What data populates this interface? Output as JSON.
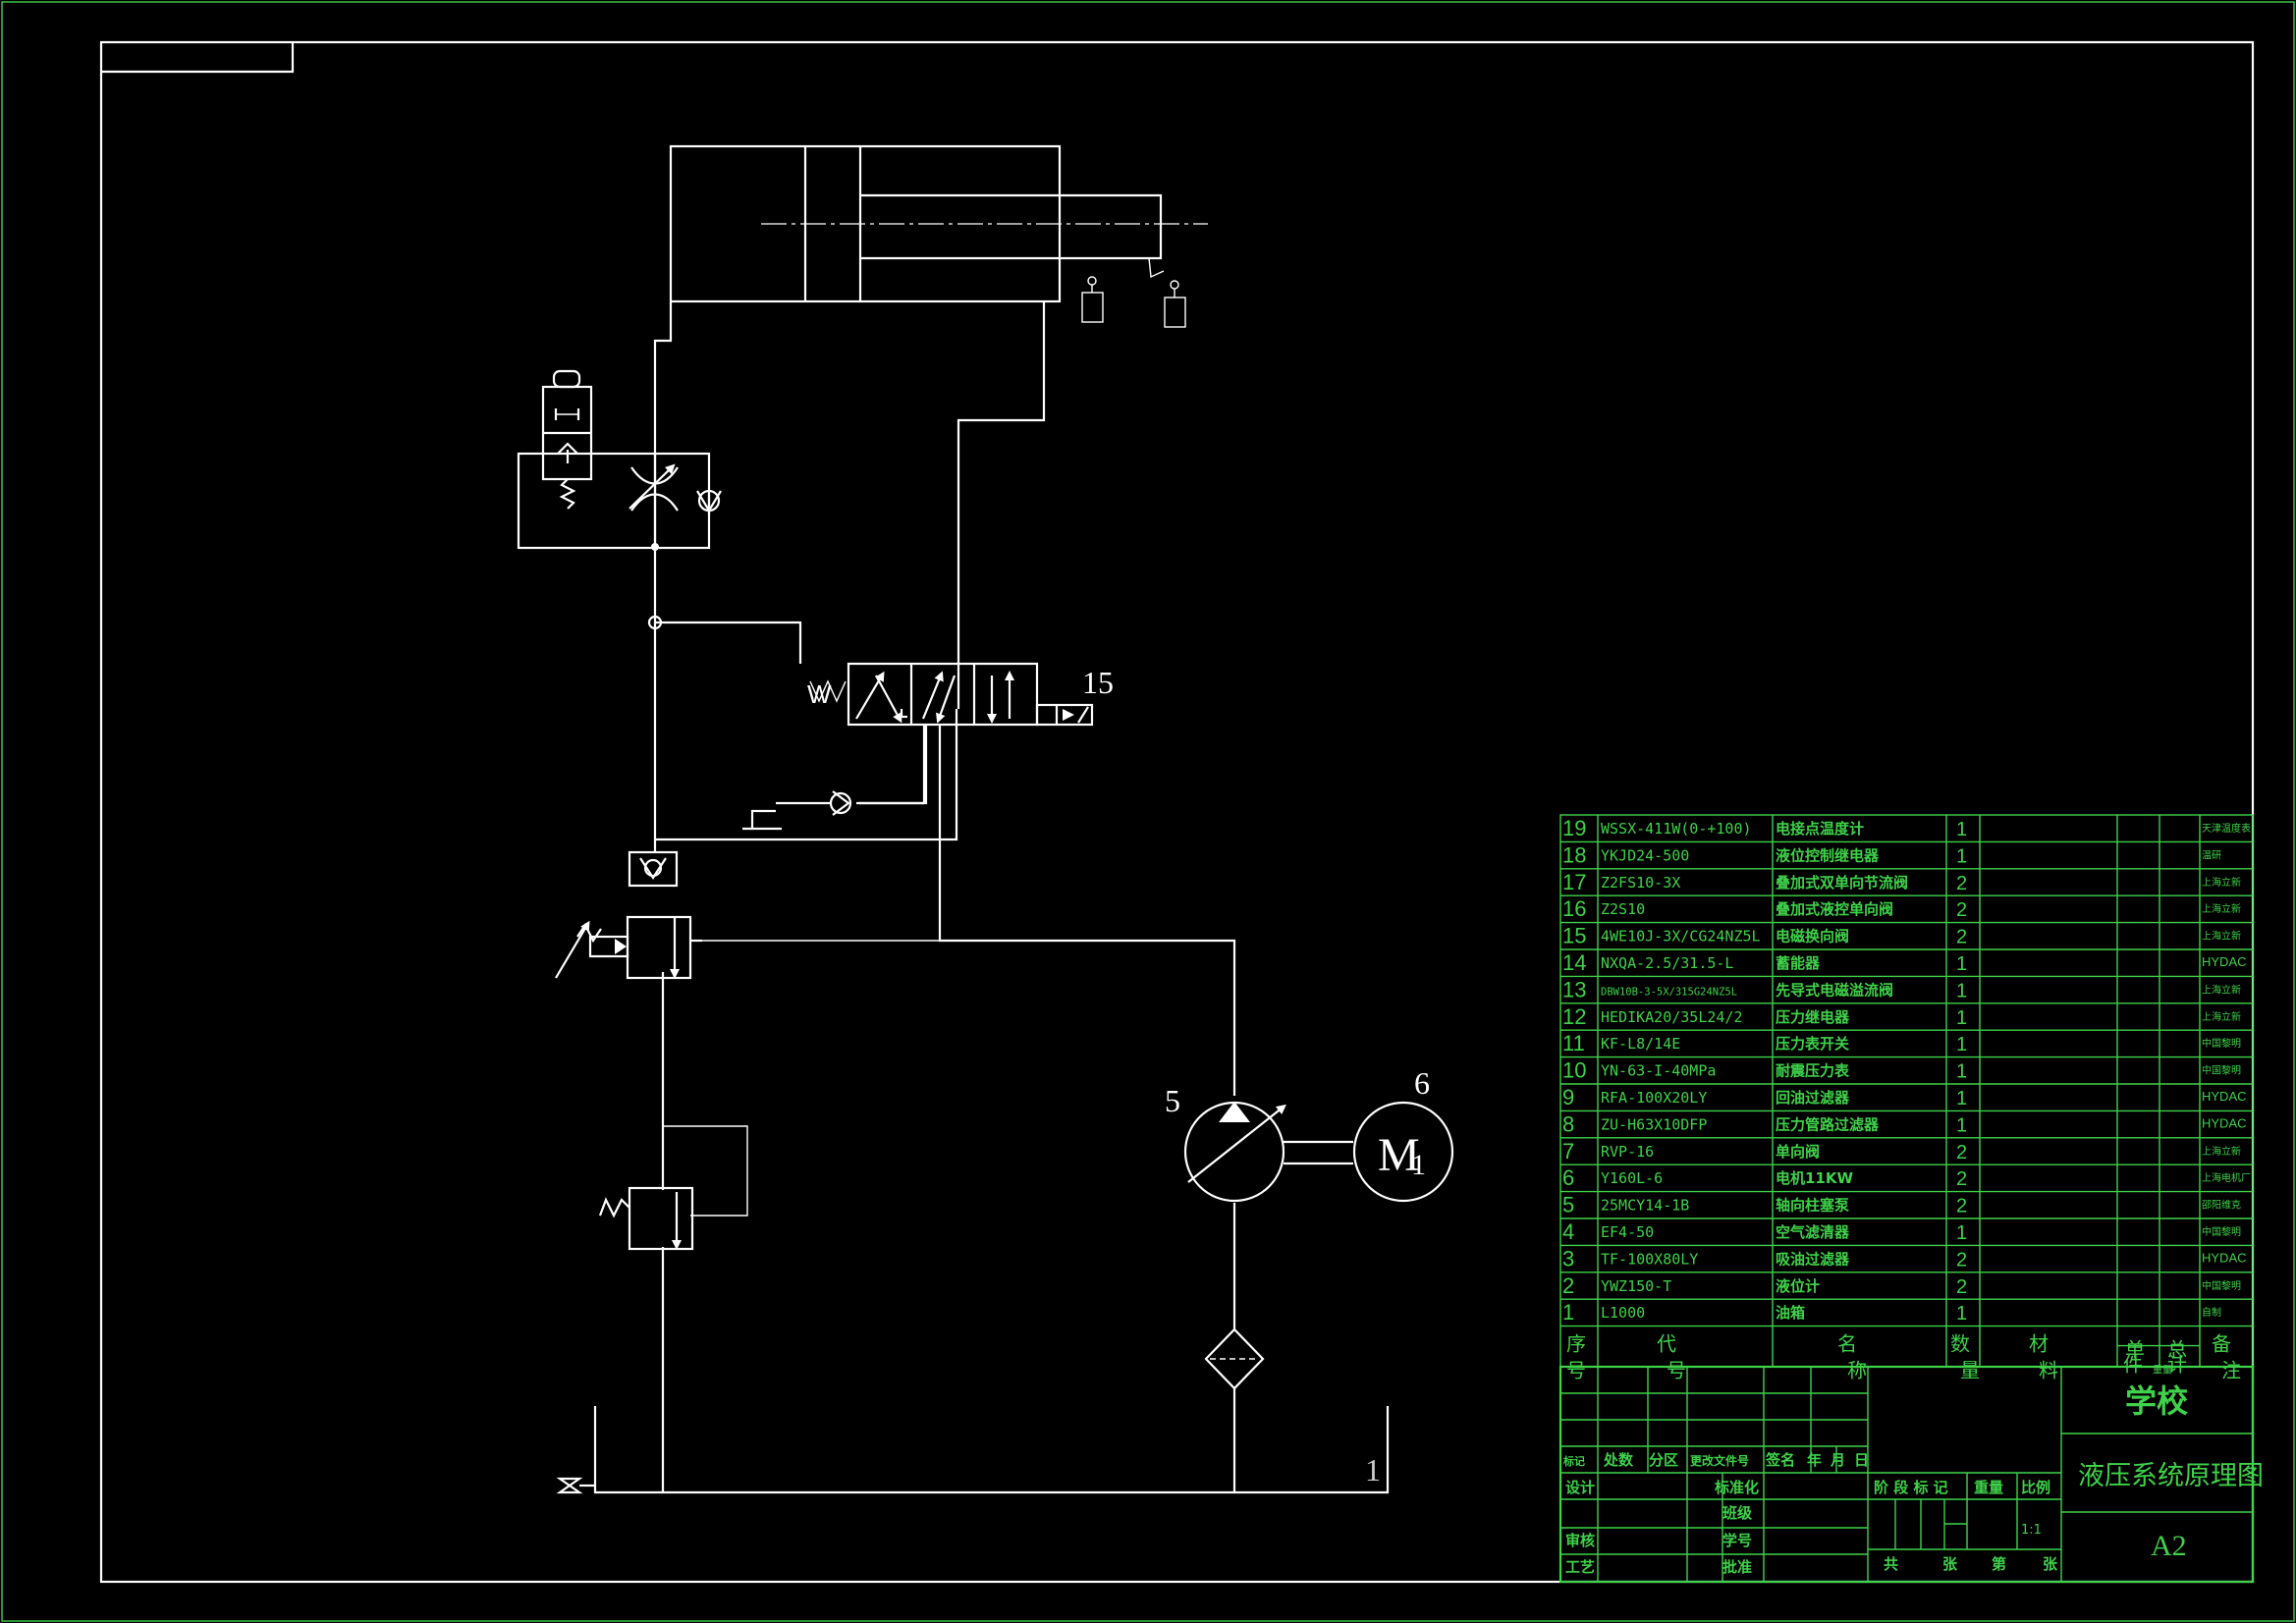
{
  "callouts": {
    "valve_15": "15",
    "pump_5": "5",
    "motor_6": "6",
    "tank_1": "1"
  },
  "motor": {
    "letter": "M",
    "subscript": "1"
  },
  "solenoid_w": "W",
  "bom": {
    "rows": [
      {
        "no": "19",
        "code": "WSSX-411W(0-+100)",
        "name": "电接点温度计",
        "qty": "1",
        "note": "天津温度表"
      },
      {
        "no": "18",
        "code": "YKJD24-500",
        "name": "液位控制继电器",
        "qty": "1",
        "note": "温研"
      },
      {
        "no": "17",
        "code": "Z2FS10-3X",
        "name": "叠加式双单向节流阀",
        "qty": "2",
        "note": "上海立新"
      },
      {
        "no": "16",
        "code": "Z2S10",
        "name": "叠加式液控单向阀",
        "qty": "2",
        "note": "上海立新"
      },
      {
        "no": "15",
        "code": "4WE10J-3X/CG24NZ5L",
        "name": "电磁换向阀",
        "qty": "2",
        "note": "上海立新"
      },
      {
        "no": "14",
        "code": "NXQA-2.5/31.5-L",
        "name": "蓄能器",
        "qty": "1",
        "note": "HYDAC"
      },
      {
        "no": "13",
        "code": "DBW10B-3-5X/315G24NZ5L",
        "name": "先导式电磁溢流阀",
        "qty": "1",
        "note": "上海立新"
      },
      {
        "no": "12",
        "code": "HEDIKA20/35L24/2",
        "name": "压力继电器",
        "qty": "1",
        "note": "上海立新"
      },
      {
        "no": "11",
        "code": "KF-L8/14E",
        "name": "压力表开关",
        "qty": "1",
        "note": "中国黎明"
      },
      {
        "no": "10",
        "code": "YN-63-I-40MPa",
        "name": "耐震压力表",
        "qty": "1",
        "note": "中国黎明"
      },
      {
        "no": "9",
        "code": "RFA-100X20LY",
        "name": "回油过滤器",
        "qty": "1",
        "note": "HYDAC"
      },
      {
        "no": "8",
        "code": "ZU-H63X10DFP",
        "name": "压力管路过滤器",
        "qty": "1",
        "note": "HYDAC"
      },
      {
        "no": "7",
        "code": "RVP-16",
        "name": "单向阀",
        "qty": "2",
        "note": "上海立新"
      },
      {
        "no": "6",
        "code": "Y160L-6",
        "name": "电机11KW",
        "qty": "2",
        "note": "上海电机厂"
      },
      {
        "no": "5",
        "code": "25MCY14-1B",
        "name": "轴向柱塞泵",
        "qty": "2",
        "note": "邵阳维克"
      },
      {
        "no": "4",
        "code": "EF4-50",
        "name": "空气滤清器",
        "qty": "1",
        "note": "中国黎明"
      },
      {
        "no": "3",
        "code": "TF-100X80LY",
        "name": "吸油过滤器",
        "qty": "2",
        "note": "HYDAC"
      },
      {
        "no": "2",
        "code": "YWZ150-T",
        "name": "液位计",
        "qty": "2",
        "note": "中国黎明"
      },
      {
        "no": "1",
        "code": "L1000",
        "name": "油箱",
        "qty": "1",
        "note": "自制"
      }
    ],
    "header": {
      "no": [
        "序",
        "号"
      ],
      "code": [
        "代",
        "号"
      ],
      "name": [
        "名",
        "称"
      ],
      "qty": [
        "数",
        "量"
      ],
      "material": [
        "材",
        "料"
      ],
      "unit_weight": [
        "单",
        "件"
      ],
      "total_weight": [
        "总",
        "计"
      ],
      "weight_sub": "重量",
      "note": [
        "备",
        "注"
      ]
    }
  },
  "title_block": {
    "school": "学校",
    "drawing_title": "液压系统原理图",
    "sheet_size": "A2",
    "change_row": [
      "标记",
      "处数",
      "分区",
      "更改文件号",
      "签名",
      "年",
      "月",
      "日"
    ],
    "design": "设计",
    "standardize": "标准化",
    "class": "班级",
    "review": "审核",
    "student_no": "学号",
    "process": "工艺",
    "approve": "批准",
    "stage_mark": "阶 段 标 记",
    "weight": "重量",
    "scale": "比例",
    "scale_value": "1:1",
    "sheets": [
      "共",
      "张",
      "第",
      "张"
    ]
  }
}
